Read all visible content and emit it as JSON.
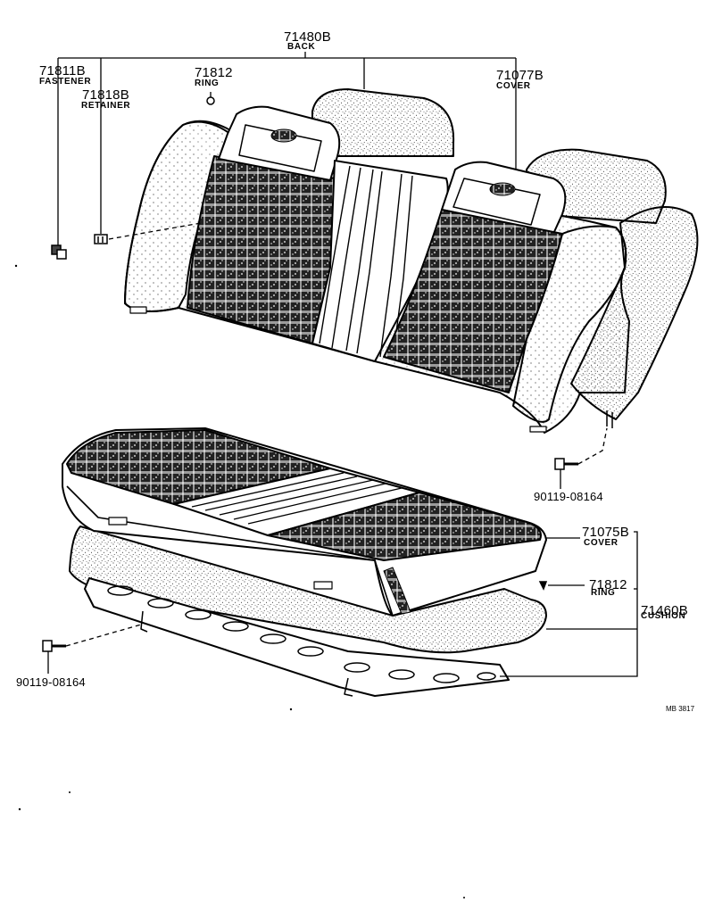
{
  "parts": {
    "back": {
      "number": "71480B",
      "name": "BACK"
    },
    "fastener": {
      "number": "71811B",
      "name": "FASTENER"
    },
    "retainer": {
      "number": "71818B",
      "name": "RETAINER"
    },
    "ring_top": {
      "number": "71812",
      "name": "RING"
    },
    "cover_back": {
      "number": "71077B",
      "name": "COVER"
    },
    "bolt_right": {
      "number": "90119-08164"
    },
    "cover_cush": {
      "number": "71075B",
      "name": "COVER"
    },
    "ring_low": {
      "number": "71812",
      "name": "RING"
    },
    "cushion": {
      "number": "71460B",
      "name": "CUSHION"
    },
    "bolt_left": {
      "number": "90119-08164"
    }
  },
  "figure_ref": "MB 3817"
}
